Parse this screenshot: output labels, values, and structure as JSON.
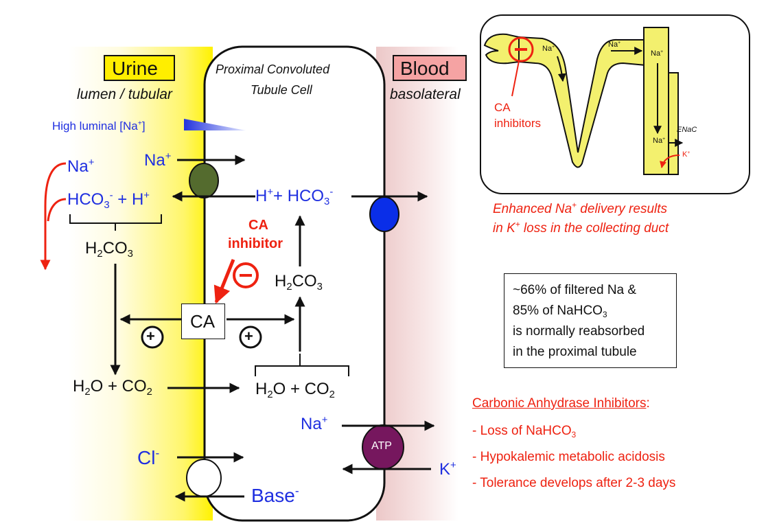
{
  "urine": {
    "title": "Urine",
    "subtitle": "lumen / tubular"
  },
  "blood": {
    "title": "Blood",
    "subtitle": "basolateral"
  },
  "cell": {
    "title_line1": "Proximal Convoluted",
    "title_line2": "Tubule Cell"
  },
  "luminal_na": {
    "prefix": "High luminal [Na",
    "sup": "+",
    "suffix": "]"
  },
  "lumen": {
    "na": "Na",
    "na_sup": "+",
    "hco3": "HCO",
    "hco3_sub": "3",
    "hco3_sup": "-",
    "plus_h": " + H",
    "h_sup": "+",
    "h2co3_a": "H",
    "h2co3_sub": "2",
    "h2co3_b": "CO",
    "h2co3_sub2": "3",
    "h2o_a": "H",
    "h2o_sub": "2",
    "h2o_b": "O + CO",
    "h2o_sub2": "2",
    "cl": "Cl",
    "cl_sup": "-"
  },
  "transport": {
    "na_in": "Na",
    "na_in_sup": "+",
    "h_hco3_a": "H",
    "h_hco3_sup": "+",
    "h_hco3_b": "+ HCO",
    "h_hco3_sub": "3",
    "h_hco3_sup2": "-",
    "base": "Base",
    "base_sup": "-",
    "na_baso": "Na",
    "na_baso_sup": "+",
    "k": "K",
    "k_sup": "+",
    "atp": "ATP"
  },
  "cell_reactions": {
    "ca_inhibitor_1": "CA",
    "ca_inhibitor_2": "inhibitor",
    "ca": "CA",
    "h2co3_a": "H",
    "h2co3_sub": "2",
    "h2co3_b": "CO",
    "h2co3_sub2": "3",
    "h2o_a": "H",
    "h2o_sub": "2",
    "h2o_b": "O + CO",
    "h2o_sub2": "2",
    "plus_symbol": "+",
    "minus_symbol": "−"
  },
  "inset": {
    "ca_label_1": "CA",
    "ca_label_2": "inhibitors",
    "na": "Na",
    "na_sup": "+",
    "k": "K",
    "k_sup": "+",
    "enac": "ENaC",
    "caption_1a": "Enhanced Na",
    "caption_1_sup": "+",
    "caption_1b": " delivery results",
    "caption_2a": "in K",
    "caption_2_sup": "+",
    "caption_2b": " loss in the collecting duct"
  },
  "info_box": {
    "line1": "~66% of filtered Na &",
    "line2a": "85% of NaHCO",
    "line2_sub": "3",
    "line3": "is normally reabsorbed",
    "line4": "in the proximal tubule"
  },
  "effects": {
    "heading": "Carbonic Anhydrase Inhibitors",
    "heading_colon": ":",
    "item1a": "- Loss of NaHCO",
    "item1_sub": "3",
    "item2": "- Hypokalemic metabolic acidosis",
    "item3": "- Tolerance develops after 2-3 days"
  },
  "colors": {
    "urine": "#ffff00",
    "blood": "#f7d4d4",
    "ion": "#1f2fe0",
    "accent": "#ee2211",
    "atp": "#76175e",
    "exchanger": "#546b2e",
    "basolateral_transporter": "#0a2ee8",
    "collecting_duct": "#f3f06e"
  }
}
